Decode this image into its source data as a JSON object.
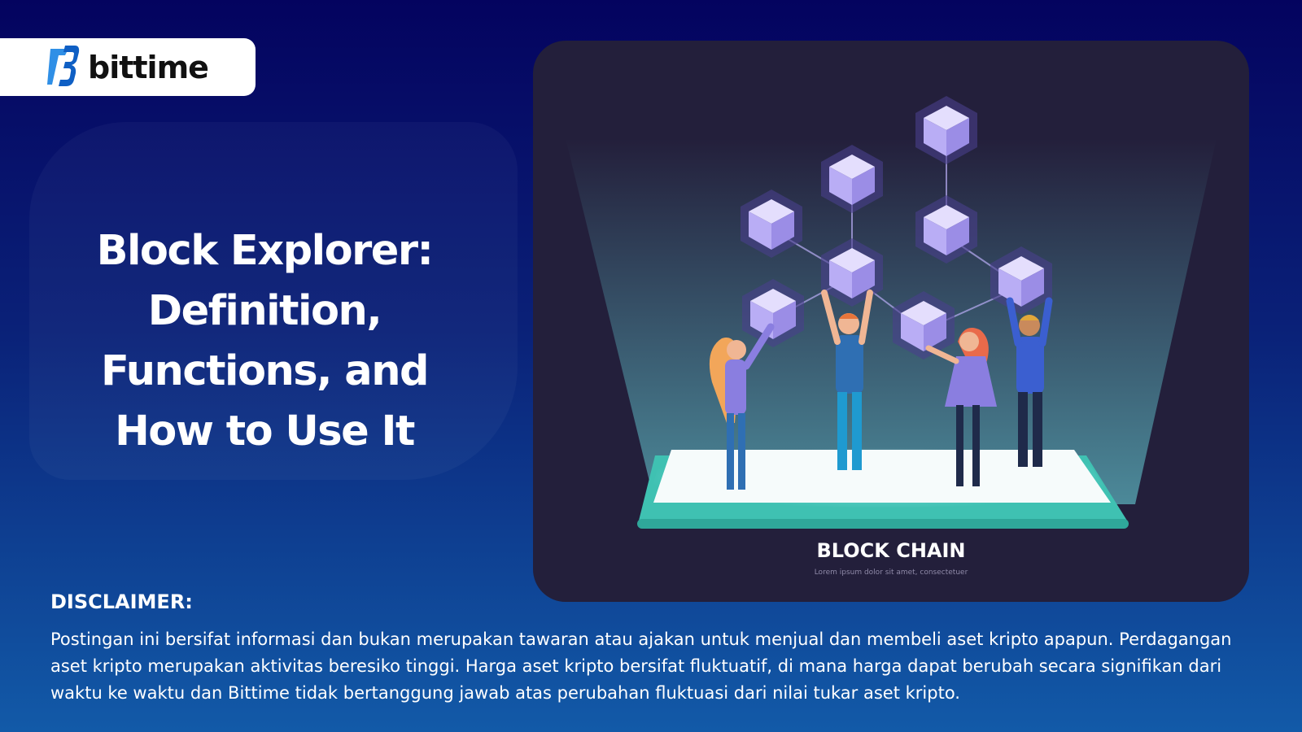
{
  "brand": {
    "name": "bittime",
    "accent_color": "#2f8fe6"
  },
  "headline": {
    "lines": [
      "Block Explorer:",
      "Definition,",
      "Functions, and",
      "How to Use It"
    ]
  },
  "illustration": {
    "caption": "BLOCK CHAIN",
    "subcaption": "Lorem ipsum dolor sit amet, consectetuer",
    "background_color": "#231f3b",
    "cube_color": "#b9adf5"
  },
  "disclaimer": {
    "heading": "DISCLAIMER:",
    "body": "Postingan ini bersifat informasi dan bukan merupakan tawaran atau ajakan untuk menjual dan membeli aset kripto apapun. Perdagangan aset kripto merupakan aktivitas beresiko tinggi. Harga aset kripto bersifat fluktuatif, di mana harga dapat berubah secara signifikan dari waktu ke waktu dan Bittime tidak bertanggung jawab atas perubahan fluktuasi dari nilai tukar aset kripto."
  }
}
